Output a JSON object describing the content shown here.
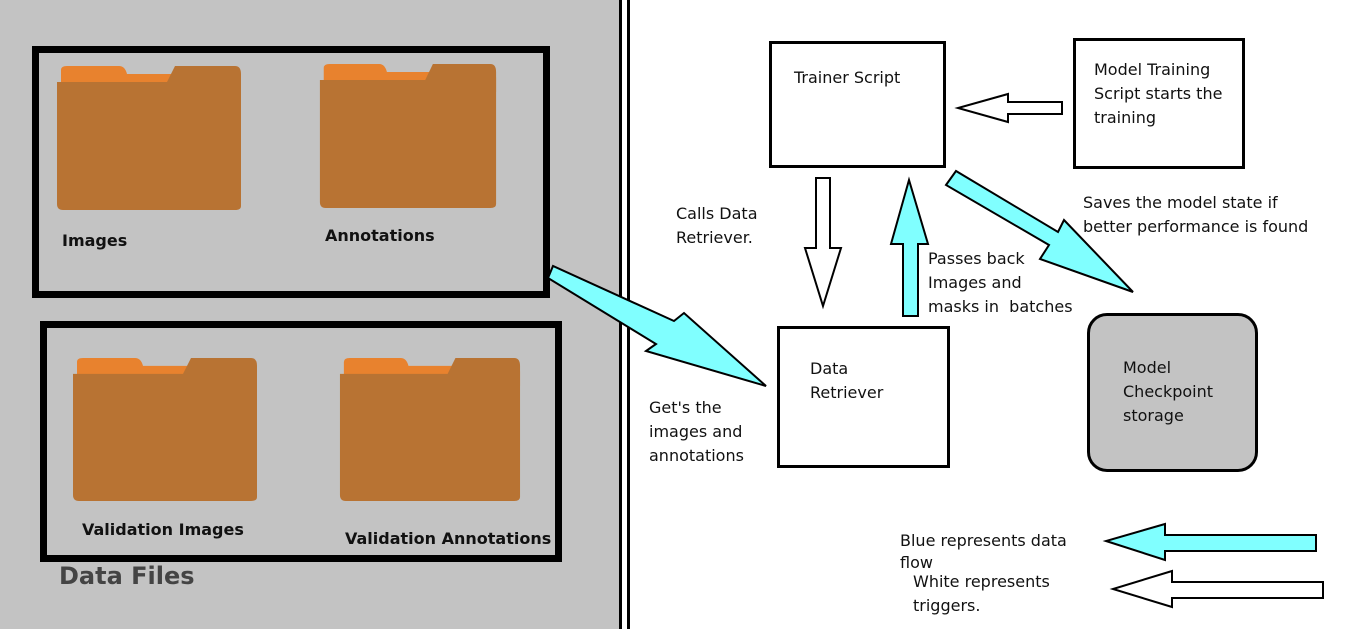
{
  "left": {
    "title": "Data Files",
    "folders": {
      "images": "Images",
      "annotations": "Annotations",
      "val_images": "Validation Images",
      "val_annotations": "Validation Annotations"
    }
  },
  "boxes": {
    "trainer": "Trainer Script",
    "model_training": [
      "Model Training",
      "Script starts the",
      "training"
    ],
    "data_retriever": [
      "Data",
      "Retriever"
    ],
    "storage": [
      "Model",
      "Checkpoint",
      "storage"
    ]
  },
  "notes": {
    "calls": [
      "Calls Data",
      "Retriever."
    ],
    "passes": [
      "Passes back",
      "Images and",
      "masks in  batches"
    ],
    "saves": [
      "Saves the model state if",
      "better performance is found"
    ],
    "gets": [
      "Get's the",
      "images and",
      "annotations"
    ]
  },
  "legend": {
    "blue": [
      "Blue represents data",
      "flow"
    ],
    "white": [
      "White represents",
      "triggers."
    ]
  },
  "colors": {
    "data_flow": "#80ffff",
    "trigger": "#ffffff",
    "folder": "#b87333",
    "folder_tab": "#e8822e",
    "panel": "#c3c3c3"
  }
}
